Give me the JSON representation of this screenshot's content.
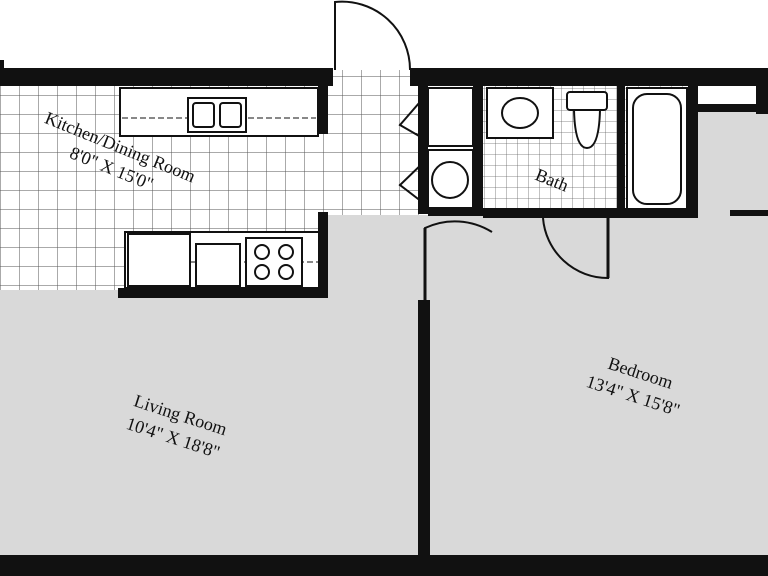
{
  "rooms": {
    "kitchen": {
      "name": "Kitchen/Dining Room",
      "dims": "8'0\" X 15'0\""
    },
    "bath": {
      "name": "Bath"
    },
    "living": {
      "name": "Living Room",
      "dims": "10'4\" X 18'8\""
    },
    "bedroom": {
      "name": "Bedroom",
      "dims": "13'4\" X 15'8\""
    }
  },
  "colors": {
    "wall": "#111111",
    "floor": "#d9d9d9",
    "tile": "#ffffff",
    "tile_grid": "#555555",
    "fixture": "#ffffff"
  }
}
